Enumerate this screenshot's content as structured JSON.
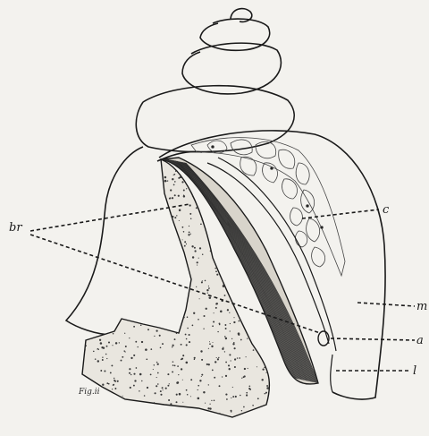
{
  "labels": {
    "br": "br",
    "c": "c",
    "m": "m",
    "a": "a",
    "l": "l"
  },
  "signature": "Fig.ii",
  "colors": {
    "ink": "#1a1a1a",
    "paper": "#f3f2ee",
    "stipple": "#3a3a3a"
  }
}
